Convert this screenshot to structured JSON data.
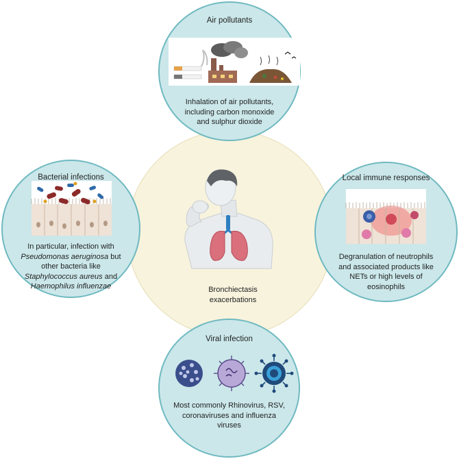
{
  "center": {
    "label_line1": "Bronchiectasis",
    "label_line2": "exacerbations",
    "illustration": "person-coughing-lungs-illustration"
  },
  "nodes": {
    "air_pollutants": {
      "title": "Air pollutants",
      "desc": [
        "Inhalation of air pollutants,",
        "including carbon monoxide",
        "and sulphur dioxide"
      ],
      "illustration": "cigarette-factory-smoke-waste-illustration"
    },
    "bacterial_infections": {
      "title": "Bacterial infections",
      "desc_line1": "In particular, infection with",
      "desc_line2_italic": "Pseudomonas aeruginosa",
      "desc_line2_rest": " but",
      "desc_line3": "other bacteria like",
      "desc_line4_italic": "Staphylococcus aureus",
      "desc_line4_rest": " and",
      "desc_line5_italic": "Haemophilus influenzae",
      "illustration": "bacteria-on-epithelium-illustration"
    },
    "local_immune": {
      "title": "Local immune responses",
      "desc": [
        "Degranulation of neutrophils",
        "and associated products like",
        "NETs or high levels of",
        "eosinophils"
      ],
      "illustration": "immune-cells-in-epithelium-illustration"
    },
    "viral_infection": {
      "title": "Viral infection",
      "desc": [
        "Most commonly Rhinovirus, RSV,",
        "coronaviruses and influenza",
        "viruses"
      ],
      "illustration": "virus-particles-illustration"
    }
  },
  "colors": {
    "center_fill": "#f8f3dd",
    "node_fill": "#cbe7ea",
    "node_border": "#6eb9c0",
    "lung": "#d9707c",
    "trachea": "#2e7fc1"
  }
}
